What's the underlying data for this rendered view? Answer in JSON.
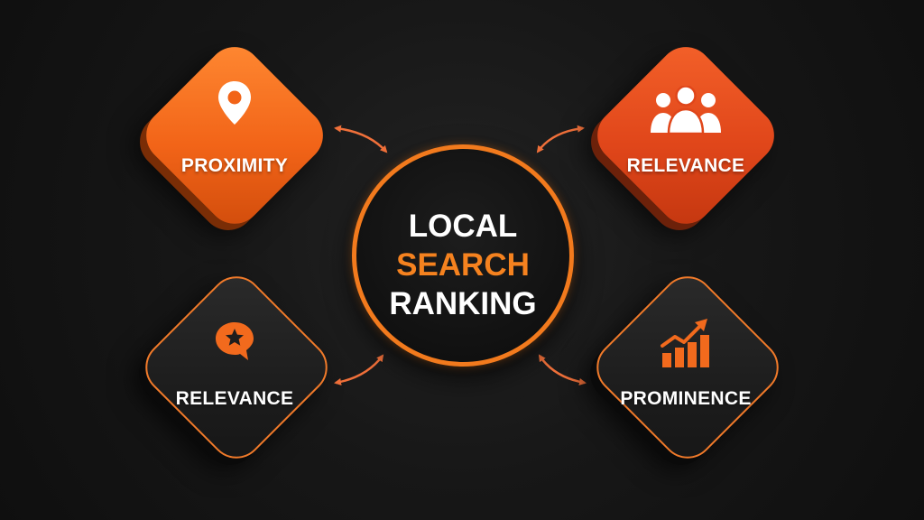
{
  "center": {
    "line1": "LOCAL",
    "line2": "SEARCH",
    "line3": "RANKING"
  },
  "nodes": {
    "top_left": {
      "label": "PROXIMITY",
      "icon": "location-pin-icon"
    },
    "top_right": {
      "label": "RELEVANCE",
      "icon": "people-group-icon"
    },
    "bottom_left": {
      "label": "RELEVANCE",
      "icon": "star-chat-bubble-icon"
    },
    "bottom_right": {
      "label": "PROMINENCE",
      "icon": "growth-chart-icon"
    }
  },
  "colors": {
    "background": "#151515",
    "accent_orange": "#f5821f",
    "node_orange": "#f26418",
    "node_red": "#e0461a",
    "node_dark": "#1d1d1d",
    "text": "#ffffff"
  }
}
